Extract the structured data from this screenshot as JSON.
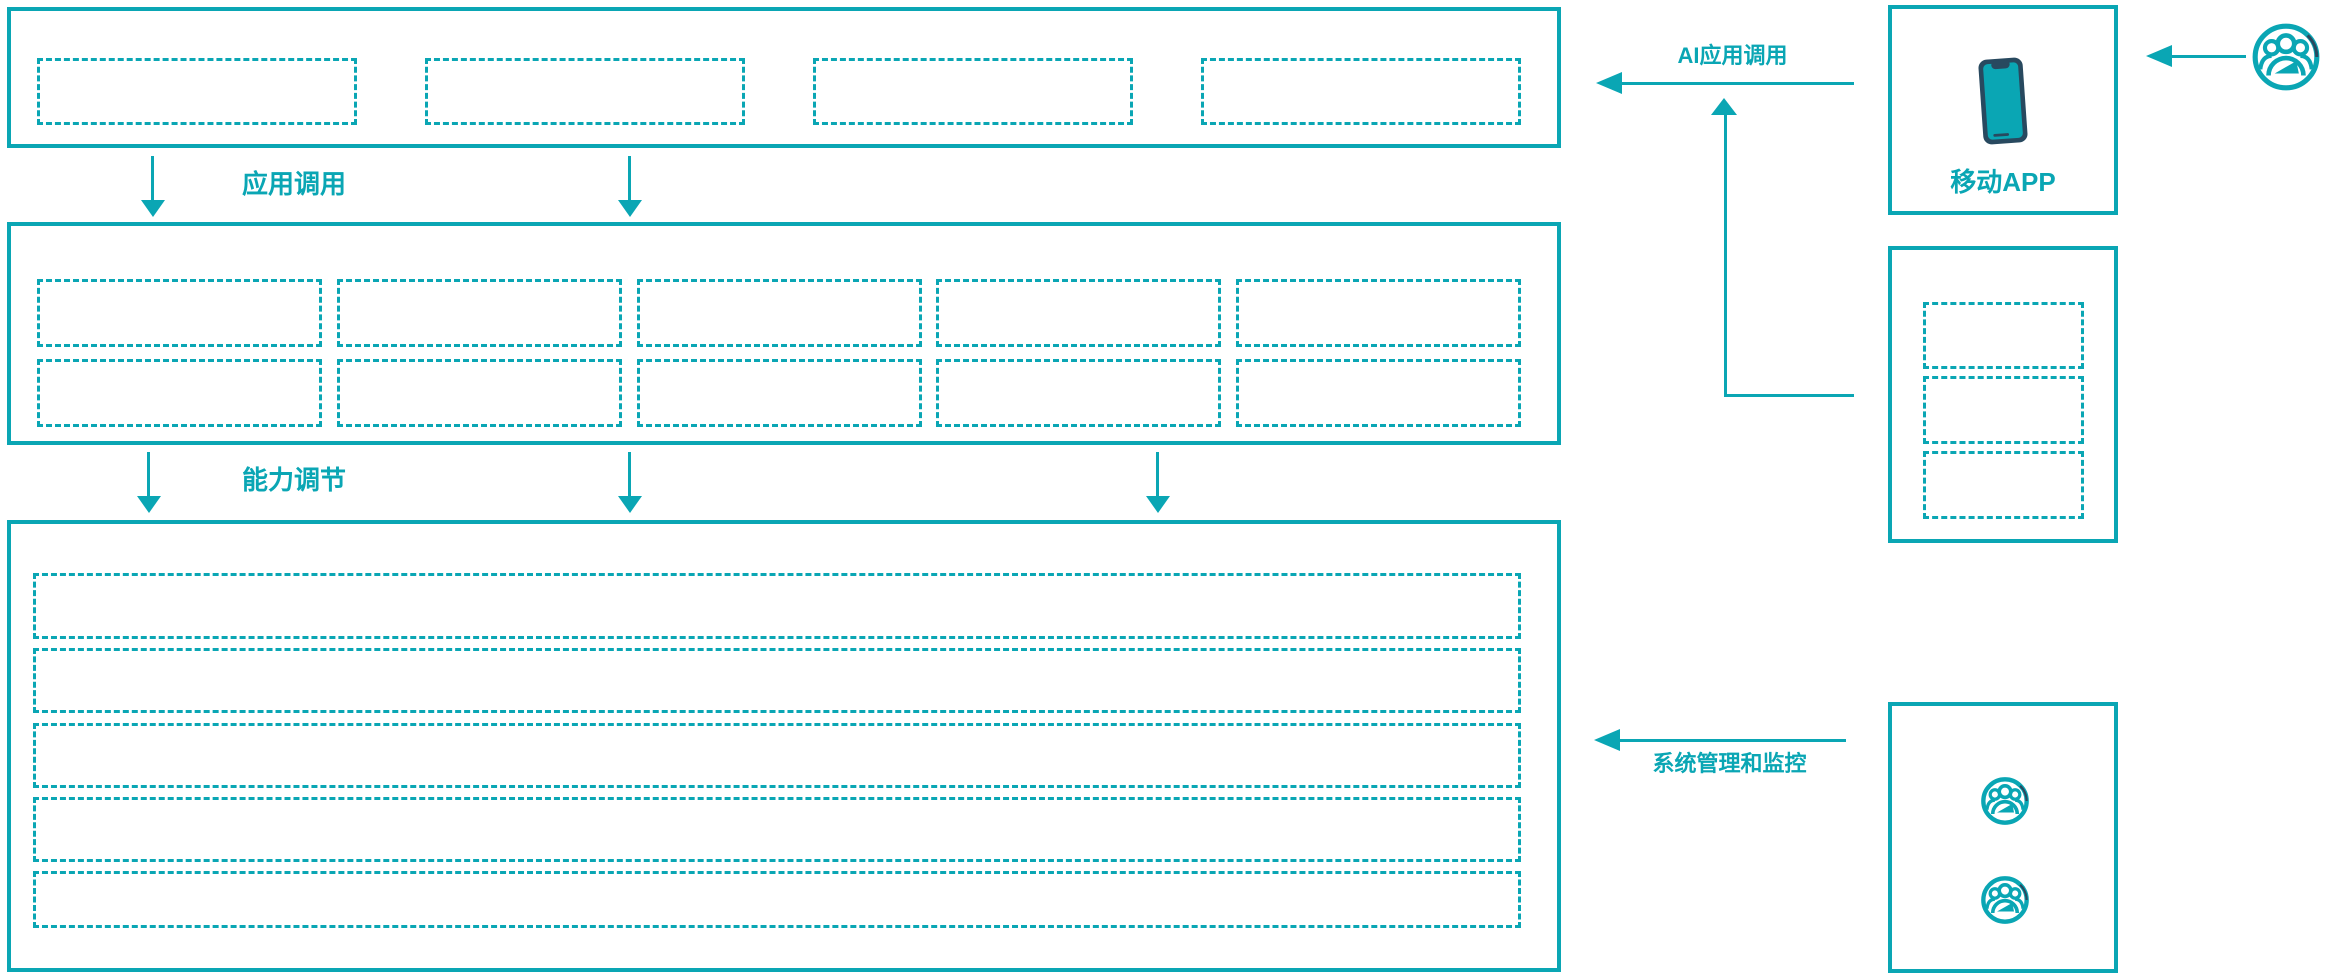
{
  "theme": {
    "accent": "#0aa6b4",
    "navy": "#28495f",
    "background": "#ffffff"
  },
  "layers": {
    "application": {
      "description": "top layer box",
      "placeholder_slots": 4
    },
    "capability": {
      "description": "middle layer box",
      "placeholder_rows": 2,
      "placeholder_cols": 5
    },
    "resource": {
      "description": "bottom layer box",
      "placeholder_rows": 5
    }
  },
  "flows": {
    "app_call": {
      "label": "应用调用"
    },
    "capability_tune": {
      "label": "能力调节"
    },
    "ai_app_call": {
      "label": "AI应用调用"
    },
    "system_monitor": {
      "label": "系统管理和监控"
    }
  },
  "right_panel": {
    "mobile_app": {
      "label": "移动APP",
      "icon": "smartphone-icon"
    },
    "gateway": {
      "placeholder_slots": 3
    },
    "ops": {
      "icons": [
        "user-group-icon",
        "user-group-icon"
      ]
    },
    "end_user": {
      "icon": "user-group-icon"
    }
  }
}
